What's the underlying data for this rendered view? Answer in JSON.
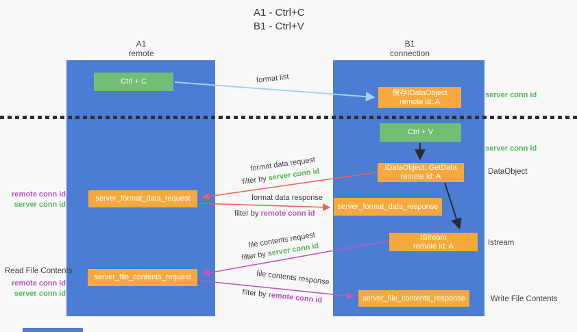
{
  "title": {
    "line1": "A1 - Ctrl+C",
    "line2": "B1 - Ctrl+V"
  },
  "columns": {
    "left": {
      "header_line1": "A1",
      "header_line2": "remote"
    },
    "right": {
      "header_line1": "B1",
      "header_line2": "connection"
    }
  },
  "nodes": {
    "ctrl_c": "Ctrl + C",
    "ctrl_v": "Ctrl + V",
    "save_dataobject_line1": "保存IDataObject",
    "save_dataobject_line2": "remote id: A",
    "getdata_line1": "IDataObject::GetData",
    "getdata_line2": "remote id: A",
    "istream_line1": "IStream",
    "istream_line2": "remote id: A",
    "format_request": "server_format_data_request",
    "format_response": "server_format_data_response",
    "file_request": "server_file_contents_request",
    "file_response": "server_file_contents_response"
  },
  "arrow_labels": {
    "format_list": "format list",
    "format_data_request": "format data request",
    "format_data_response": "format data response",
    "file_contents_request": "file contents request",
    "file_contents_response": "file contents response",
    "filter_by": "filter by",
    "server_conn_id": "server conn id",
    "remote_conn_id": "remote conn id"
  },
  "side_labels": {
    "left_top_line1": "remote conn id",
    "left_top_line2": "server conn id",
    "read_file_contents": "Read File Contents",
    "left_bottom_line1": "remote conn id",
    "left_bottom_line2": "server conn id",
    "right_server_conn_id_1": "server conn id",
    "right_server_conn_id_2": "server conn id",
    "dataobject": "DataObject",
    "istream": "Istream",
    "write_file_contents": "Write File Contents"
  },
  "colors": {
    "column_blue": "#4a7dd3",
    "box_orange": "#f8a93d",
    "box_green": "#72be74",
    "arrow_light_blue": "#a5d2ee",
    "arrow_red": "#e96358",
    "arrow_magenta": "#c356c3",
    "arrow_black": "#2a2a2a",
    "label_green": "#53b556",
    "label_purple": "#b554c4",
    "text_dark": "#3f3f3f",
    "background": "#f8f8f8"
  }
}
